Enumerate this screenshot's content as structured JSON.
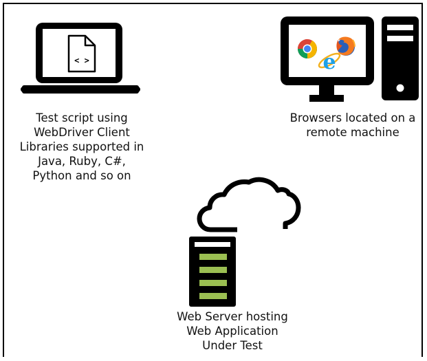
{
  "nodes": {
    "client": {
      "label_lines": [
        "Test script using",
        "WebDriver Client",
        "Libraries supported in",
        "Java, Ruby, C#,",
        "Python and so on"
      ],
      "code_glyph": "< >",
      "icon": "laptop-icon"
    },
    "browsers": {
      "label_lines": [
        "Browsers located on a",
        "remote machine"
      ],
      "icons": [
        "desktop-computer-icon",
        "chrome-icon",
        "firefox-icon",
        "internet-explorer-icon"
      ]
    },
    "server": {
      "label_lines": [
        "Web Server hosting",
        "Web Application",
        "Under Test"
      ],
      "icons": [
        "server-icon",
        "cloud-icon"
      ]
    }
  },
  "colors": {
    "stroke": "#000000",
    "server_accent": "#9bbf52",
    "text": "#111111"
  }
}
